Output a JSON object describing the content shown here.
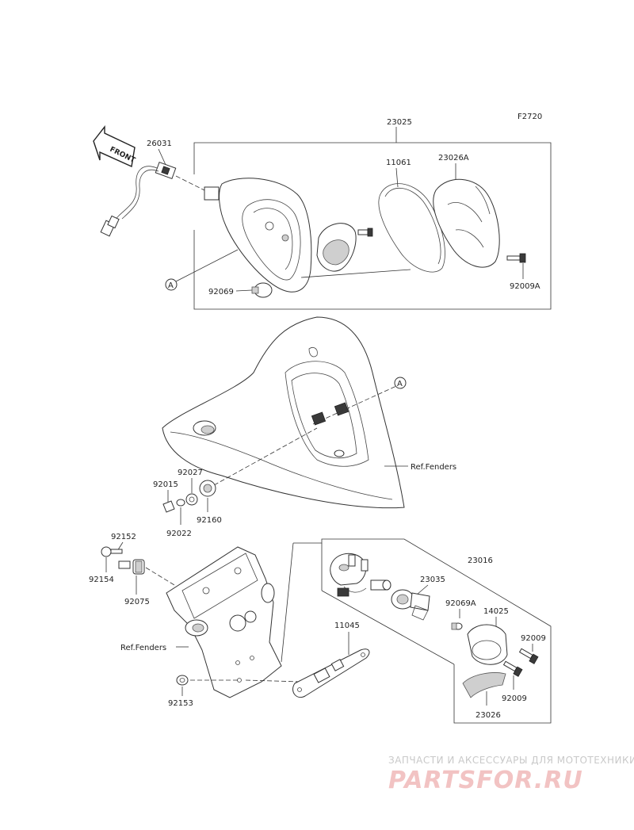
{
  "figure_code": "F2720",
  "front_badge": "FRONT",
  "callout_letter": "A",
  "labels": {
    "p23025": "23025",
    "p26031": "26031",
    "p11061": "11061",
    "p23026A": "23026A",
    "p92069": "92069",
    "p92009A": "92009A",
    "ref_fenders_1": "Ref.Fenders",
    "p92027": "92027",
    "p92015": "92015",
    "p92160": "92160",
    "p92022": "92022",
    "p92152": "92152",
    "p92154": "92154",
    "p92075": "92075",
    "ref_fenders_2": "Ref.Fenders",
    "p11045": "11045",
    "p92153": "92153",
    "p23016": "23016",
    "p23035": "23035",
    "p92069A": "92069A",
    "p14025": "14025",
    "p92009_a": "92009",
    "p92009_b": "92009",
    "p23026": "23026"
  },
  "watermark": {
    "line1": "ЗАПЧАСТИ И АКСЕССУАРЫ ДЛЯ МОТОТЕХНИКИ",
    "line2": "PARTSFOR.RU"
  }
}
